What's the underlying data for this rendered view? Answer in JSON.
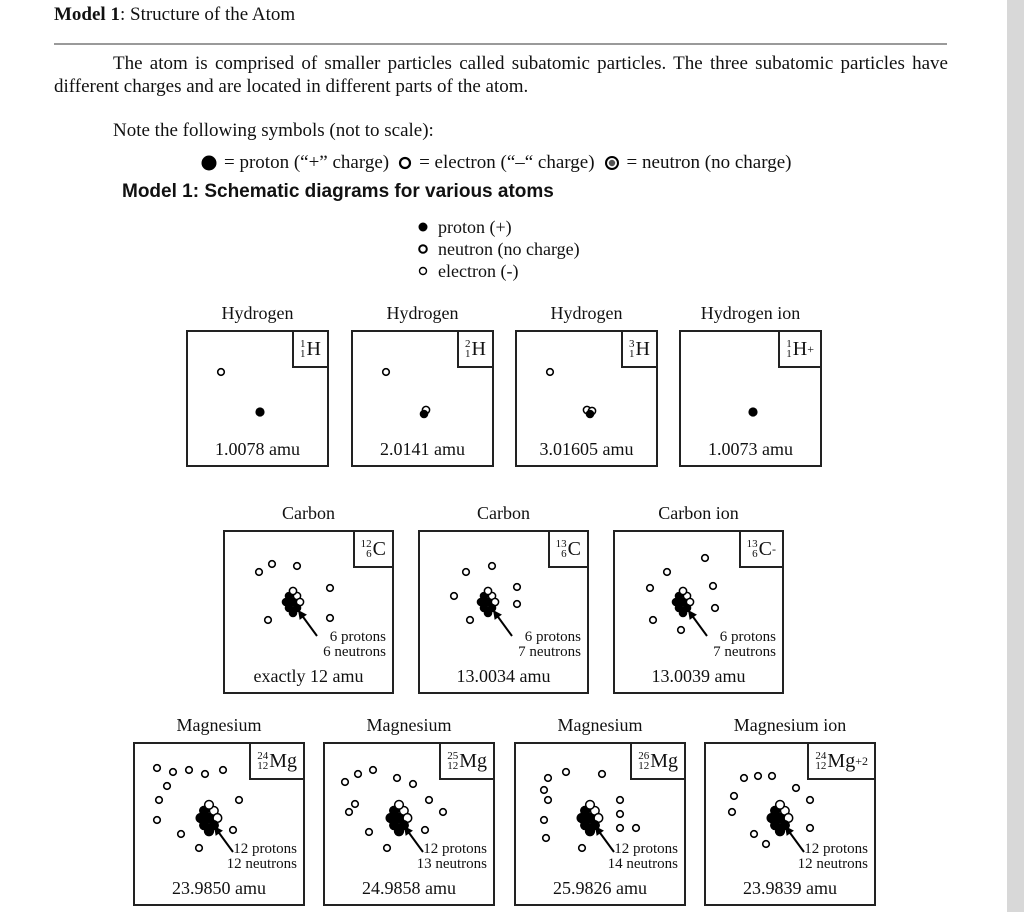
{
  "header": {
    "title_bold": "Model 1",
    "title_rest": ": Structure of the Atom"
  },
  "intro": "The atom is comprised of smaller particles called subatomic particles. The three subatomic particles have different charges and are located in different parts of the atom.",
  "note": "Note the following symbols (not to scale):",
  "symbols": {
    "proton": "= proton (“+” charge)",
    "electron": "= electron (“–“ charge)",
    "neutron": "= neutron (no charge)"
  },
  "model_heading": "Model 1: Schematic diagrams for various atoms",
  "legend": {
    "proton": "proton (+)",
    "neutron": "neutron (no charge)",
    "electron": "electron (-)"
  },
  "hydrogen": [
    {
      "name": "Hydrogen",
      "mass_number": "1",
      "atomic_number": "1",
      "element": "H",
      "charge": "",
      "mass": "1.0078 amu"
    },
    {
      "name": "Hydrogen",
      "mass_number": "2",
      "atomic_number": "1",
      "element": "H",
      "charge": "",
      "mass": "2.0141 amu"
    },
    {
      "name": "Hydrogen",
      "mass_number": "3",
      "atomic_number": "1",
      "element": "H",
      "charge": "",
      "mass": "3.01605 amu"
    },
    {
      "name": "Hydrogen ion",
      "mass_number": "1",
      "atomic_number": "1",
      "element": "H",
      "charge": "+",
      "mass": "1.0073 amu"
    }
  ],
  "carbon": [
    {
      "name": "Carbon",
      "mass_number": "12",
      "atomic_number": "6",
      "element": "C",
      "charge": "",
      "protons": "6 protons",
      "neutrons": "6 neutrons",
      "mass": "exactly 12 amu"
    },
    {
      "name": "Carbon",
      "mass_number": "13",
      "atomic_number": "6",
      "element": "C",
      "charge": "",
      "protons": "6 protons",
      "neutrons": "7 neutrons",
      "mass": "13.0034 amu"
    },
    {
      "name": "Carbon ion",
      "mass_number": "13",
      "atomic_number": "6",
      "element": "C",
      "charge": "-",
      "protons": "6 protons",
      "neutrons": "7 neutrons",
      "mass": "13.0039 amu"
    }
  ],
  "magnesium": [
    {
      "name": "Magnesium",
      "mass_number": "24",
      "atomic_number": "12",
      "element": "Mg",
      "charge": "",
      "protons": "12 protons",
      "neutrons": "12 neutrons",
      "mass": "23.9850 amu"
    },
    {
      "name": "Magnesium",
      "mass_number": "25",
      "atomic_number": "12",
      "element": "Mg",
      "charge": "",
      "protons": "12 protons",
      "neutrons": "13 neutrons",
      "mass": "24.9858 amu"
    },
    {
      "name": "Magnesium",
      "mass_number": "26",
      "atomic_number": "12",
      "element": "Mg",
      "charge": "",
      "protons": "12 protons",
      "neutrons": "14 neutrons",
      "mass": "25.9826 amu"
    },
    {
      "name": "Magnesium ion",
      "mass_number": "24",
      "atomic_number": "12",
      "element": "Mg",
      "charge": "+2",
      "protons": "12 protons",
      "neutrons": "12 neutrons",
      "mass": "23.9839 amu"
    }
  ]
}
